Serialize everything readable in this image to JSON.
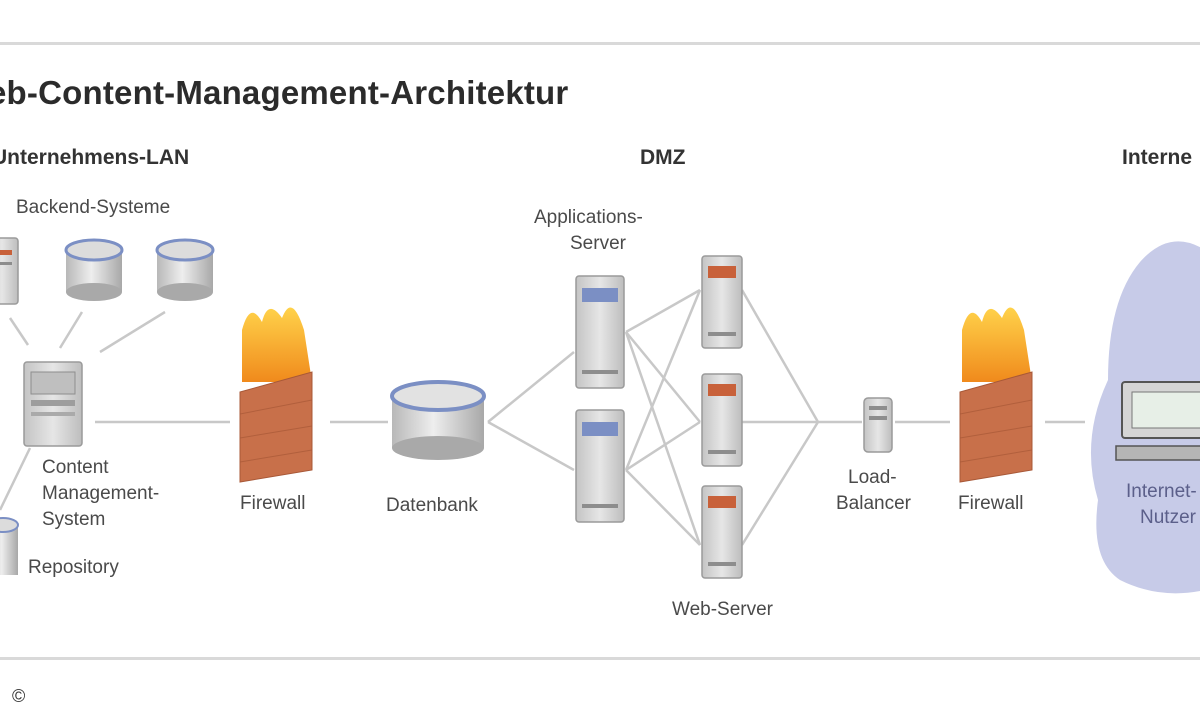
{
  "title": "eb-Content-Management-Architektur",
  "zones": {
    "lan": "Unternehmens-LAN",
    "dmz": "DMZ",
    "internet": "Interne"
  },
  "labels": {
    "backend": "Backend-Systeme",
    "cms_1": "Content",
    "cms_2": "Management-",
    "cms_3": "System",
    "repository": "Repository",
    "firewall_left": "Firewall",
    "datenbank": "Datenbank",
    "appserver_1": "Applications-",
    "appserver_2": "Server",
    "webserver": "Web-Server",
    "loadbalancer_1": "Load-",
    "loadbalancer_2": "Balancer",
    "firewall_right": "Firewall",
    "internet_1": "Internet-",
    "internet_2": "Nutzer"
  },
  "copyright": "©",
  "colors": {
    "line": "#c8c8c8",
    "server": "#d6d6d6",
    "accent_blue": "#7b8fc4",
    "accent_orange": "#c8613a",
    "firewall_brick": "#c8704a",
    "flame": "#f6a51e",
    "cloud": "#c7cbe8"
  }
}
